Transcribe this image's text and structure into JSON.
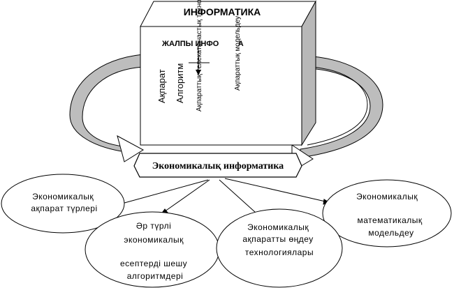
{
  "cube": {
    "top_title": "ИНФОРМАТИКА",
    "front_header": "ЖАЛПЫ ИНФО         А",
    "columns": [
      "Ақпарат",
      "Алгоритм",
      "Ақпараттық-телекатынастық технология",
      "Ақпараттық модельдеу"
    ]
  },
  "banner": {
    "label": "Экономикалық информатика"
  },
  "ellipses": [
    {
      "lines": [
        "Экономикалық",
        "ақпарат түрлері"
      ]
    },
    {
      "lines": [
        "Әр түрлі",
        "экономикалық",
        "",
        "есептерді шешу",
        "алгоритмдері"
      ]
    },
    {
      "lines": [
        "Экономикалық",
        "ақпаратты өңдеу",
        "технологиялары"
      ]
    },
    {
      "lines": [
        "Экономикалық",
        "",
        "математикалық",
        "модельдеу"
      ]
    }
  ],
  "colors": {
    "stroke": "#000000",
    "cube_side": "#b8b8b8",
    "ring": "#bdbdbd",
    "ring_inner": "#e2e2e2",
    "background": "#ffffff"
  }
}
